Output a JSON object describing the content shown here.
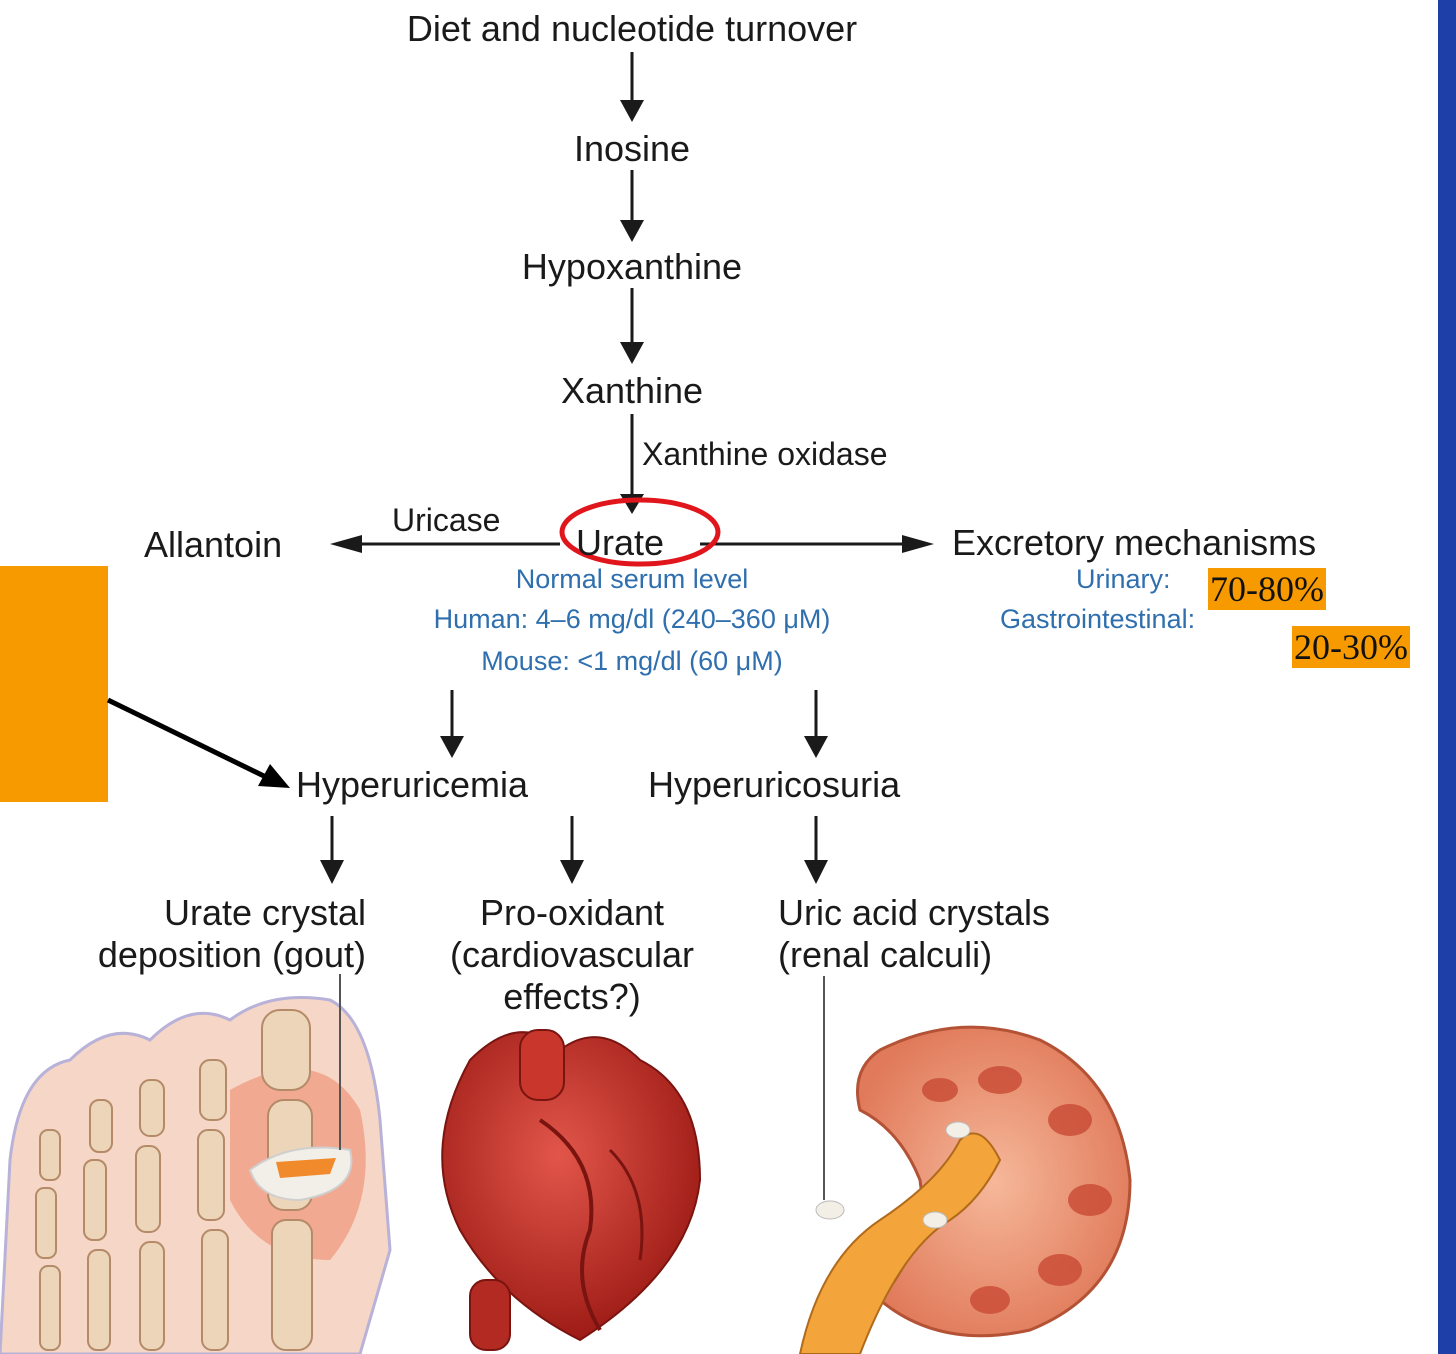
{
  "pathway": {
    "diet": "Diet and nucleotide turnover",
    "inosine": "Inosine",
    "hypoxanthine": "Hypoxanthine",
    "xanthine": "Xanthine",
    "xanthine_oxidase": "Xanthine oxidase",
    "uricase": "Uricase",
    "allantoin": "Allantoin",
    "urate": "Urate",
    "excretory": "Excretory mechanisms"
  },
  "serum": {
    "heading": "Normal serum level",
    "human": "Human: 4–6 mg/dl (240–360 μM)",
    "mouse": "Mouse: <1 mg/dl (60 μM)"
  },
  "excretion": {
    "urinary_label": "Urinary:",
    "urinary_pct": "70-80%",
    "gi_label": "Gastrointestinal:",
    "gi_pct": "20-30%"
  },
  "conditions": {
    "hyperuricemia": "Hyperuricemia",
    "hyperuricosuria": "Hyperuricosuria"
  },
  "outcomes": {
    "gout_line1": "Urate crystal",
    "gout_line2": "deposition (gout)",
    "prox_line1": "Pro-oxidant",
    "prox_line2": "(cardiovascular",
    "prox_line3": "effects?)",
    "uric_line1": "Uric acid crystals",
    "uric_line2": "(renal calculi)"
  },
  "colors": {
    "highlight": "#f79a00",
    "circle": "#e0161c",
    "serum_text": "#2f6fae",
    "side_band": "#1e3fa8"
  }
}
